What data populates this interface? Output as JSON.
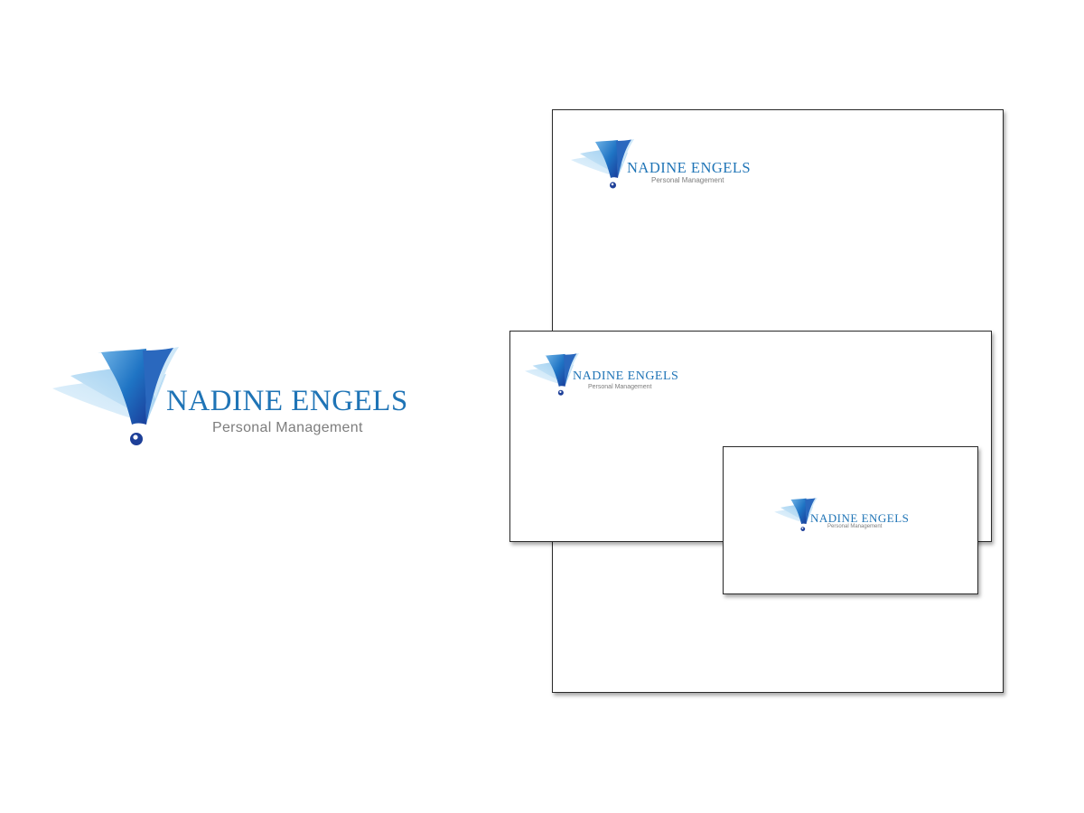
{
  "brand": {
    "name": "NADINE ENGELS",
    "tagline": "Personal Management",
    "mark_icon": "feather-exclamation-icon",
    "colors": {
      "primary_blue": "#1f74b6",
      "dark_blue": "#1a4ea3",
      "light_blue": "#a9d2ef",
      "tagline_gray": "#7d7d7d"
    }
  },
  "stationery": {
    "items": [
      "letterhead",
      "envelope",
      "business-card"
    ]
  }
}
